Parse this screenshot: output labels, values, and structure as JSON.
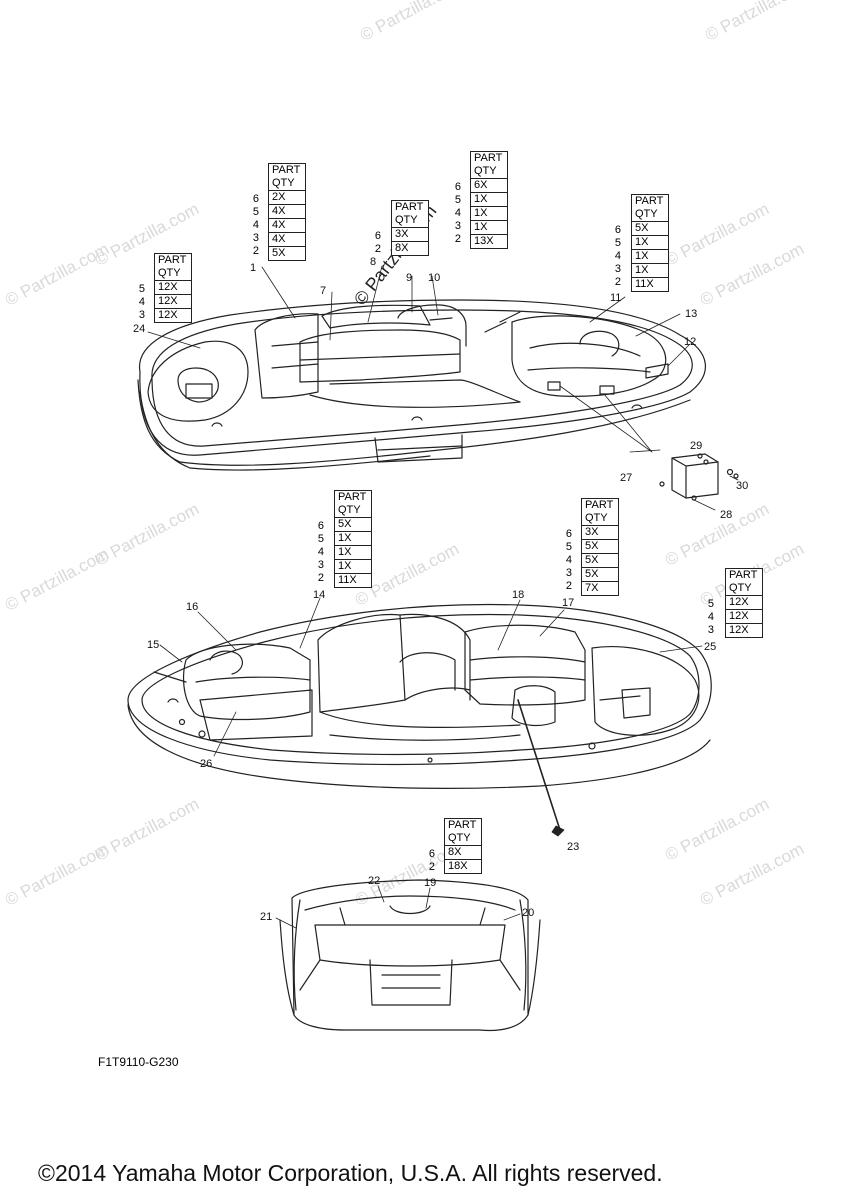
{
  "watermark": "© Partzilla.com",
  "watermark_center": "© Partzilla.com",
  "figure_code": "F1T9110-G230",
  "copyright": "©2014 Yamaha Motor Corporation, U.S.A. All rights reserved.",
  "callouts": [
    "1",
    "2",
    "3",
    "4",
    "5",
    "6",
    "7",
    "8",
    "9",
    "10",
    "11",
    "12",
    "13",
    "14",
    "15",
    "16",
    "17",
    "18",
    "19",
    "20",
    "21",
    "22",
    "23",
    "24",
    "25",
    "26",
    "27",
    "28",
    "29",
    "30"
  ],
  "qty_tables": [
    {
      "header": [
        "PART",
        "QTY"
      ],
      "parts": [
        "6",
        "5",
        "4",
        "3",
        "2"
      ],
      "qty": [
        "2X",
        "4X",
        "4X",
        "4X",
        "5X"
      ]
    },
    {
      "header": [
        "PART",
        "QTY"
      ],
      "parts": [
        "6",
        "2"
      ],
      "qty": [
        "3X",
        "8X"
      ]
    },
    {
      "header": [
        "PART",
        "QTY"
      ],
      "parts": [
        "6",
        "5",
        "4",
        "3",
        "2"
      ],
      "qty": [
        "6X",
        "1X",
        "1X",
        "1X",
        "13X"
      ]
    },
    {
      "header": [
        "PART",
        "QTY"
      ],
      "parts": [
        "5",
        "4",
        "3"
      ],
      "qty": [
        "12X",
        "12X",
        "12X"
      ]
    },
    {
      "header": [
        "PART",
        "QTY"
      ],
      "parts": [
        "6",
        "5",
        "4",
        "3",
        "2"
      ],
      "qty": [
        "5X",
        "1X",
        "1X",
        "1X",
        "11X"
      ]
    },
    {
      "header": [
        "PART",
        "QTY"
      ],
      "parts": [
        "6",
        "5",
        "4",
        "3",
        "2"
      ],
      "qty": [
        "5X",
        "1X",
        "1X",
        "1X",
        "11X"
      ]
    },
    {
      "header": [
        "PART",
        "QTY"
      ],
      "parts": [
        "6",
        "5",
        "4",
        "3",
        "2"
      ],
      "qty": [
        "3X",
        "5X",
        "5X",
        "5X",
        "7X"
      ]
    },
    {
      "header": [
        "PART",
        "QTY"
      ],
      "parts": [
        "5",
        "4",
        "3"
      ],
      "qty": [
        "12X",
        "12X",
        "12X"
      ]
    },
    {
      "header": [
        "PART",
        "QTY"
      ],
      "parts": [
        "6",
        "2"
      ],
      "qty": [
        "8X",
        "18X"
      ]
    }
  ]
}
